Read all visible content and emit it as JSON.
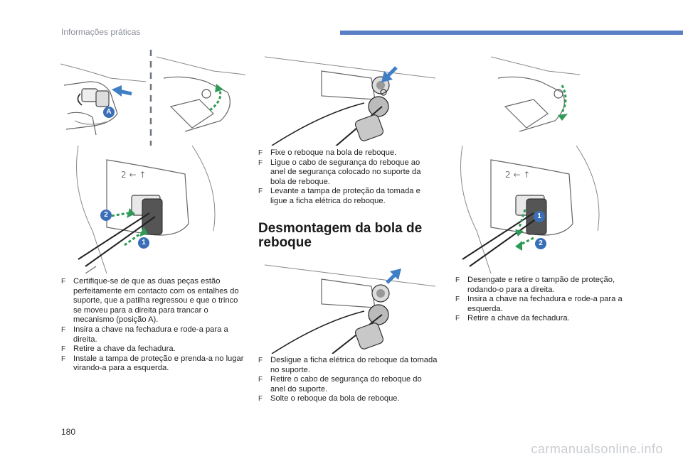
{
  "header": {
    "section_title": "Informações práticas"
  },
  "figures": {
    "fig1_label": "A",
    "fig3_label1": "1",
    "fig3_label2": "2",
    "fig6_label1": "1",
    "fig6_label2": "2"
  },
  "instructions_install": [
    "Certifique-se de que as duas peças estão perfeitamente em contacto com os entalhes do suporte, que a patilha regressou e que o trinco se moveu para a direita para trancar o mecanismo (posição A).",
    "Insira a chave na fechadura e rode-a para a direita.",
    "Retire a chave da fechadura.",
    "Instale a tampa de proteção e prenda-a no lugar virando-a para a esquerda."
  ],
  "instructions_connect": [
    "Fixe o reboque na bola de reboque.",
    "Ligue o cabo de segurança do reboque ao anel de segurança colocado no suporte da bola de reboque.",
    "Levante a tampa de proteção da tomada e ligue a ficha elétrica do reboque."
  ],
  "section_heading": "Desmontagem da bola de reboque",
  "instructions_disconnect": [
    "Desligue a ficha elétrica do reboque da tomada no suporte.",
    "Retire o cabo de segurança do reboque do anel do suporte.",
    "Solte o reboque da bola de reboque."
  ],
  "instructions_remove": [
    "Desengate e retire o tampão de proteção, rodando-o para a direita.",
    "Insira a chave na fechadura e rode-a para a esquerda.",
    "Retire a chave da fechadura."
  ],
  "bullet_mark": "F",
  "page_number": "180",
  "watermark": "carmanualsonline.info",
  "colors": {
    "accent_bar": "#5b7fc4",
    "arrow_blue": "#3f7fc6",
    "arrow_green": "#2f9a57",
    "label_blue": "#3a6fb8"
  }
}
